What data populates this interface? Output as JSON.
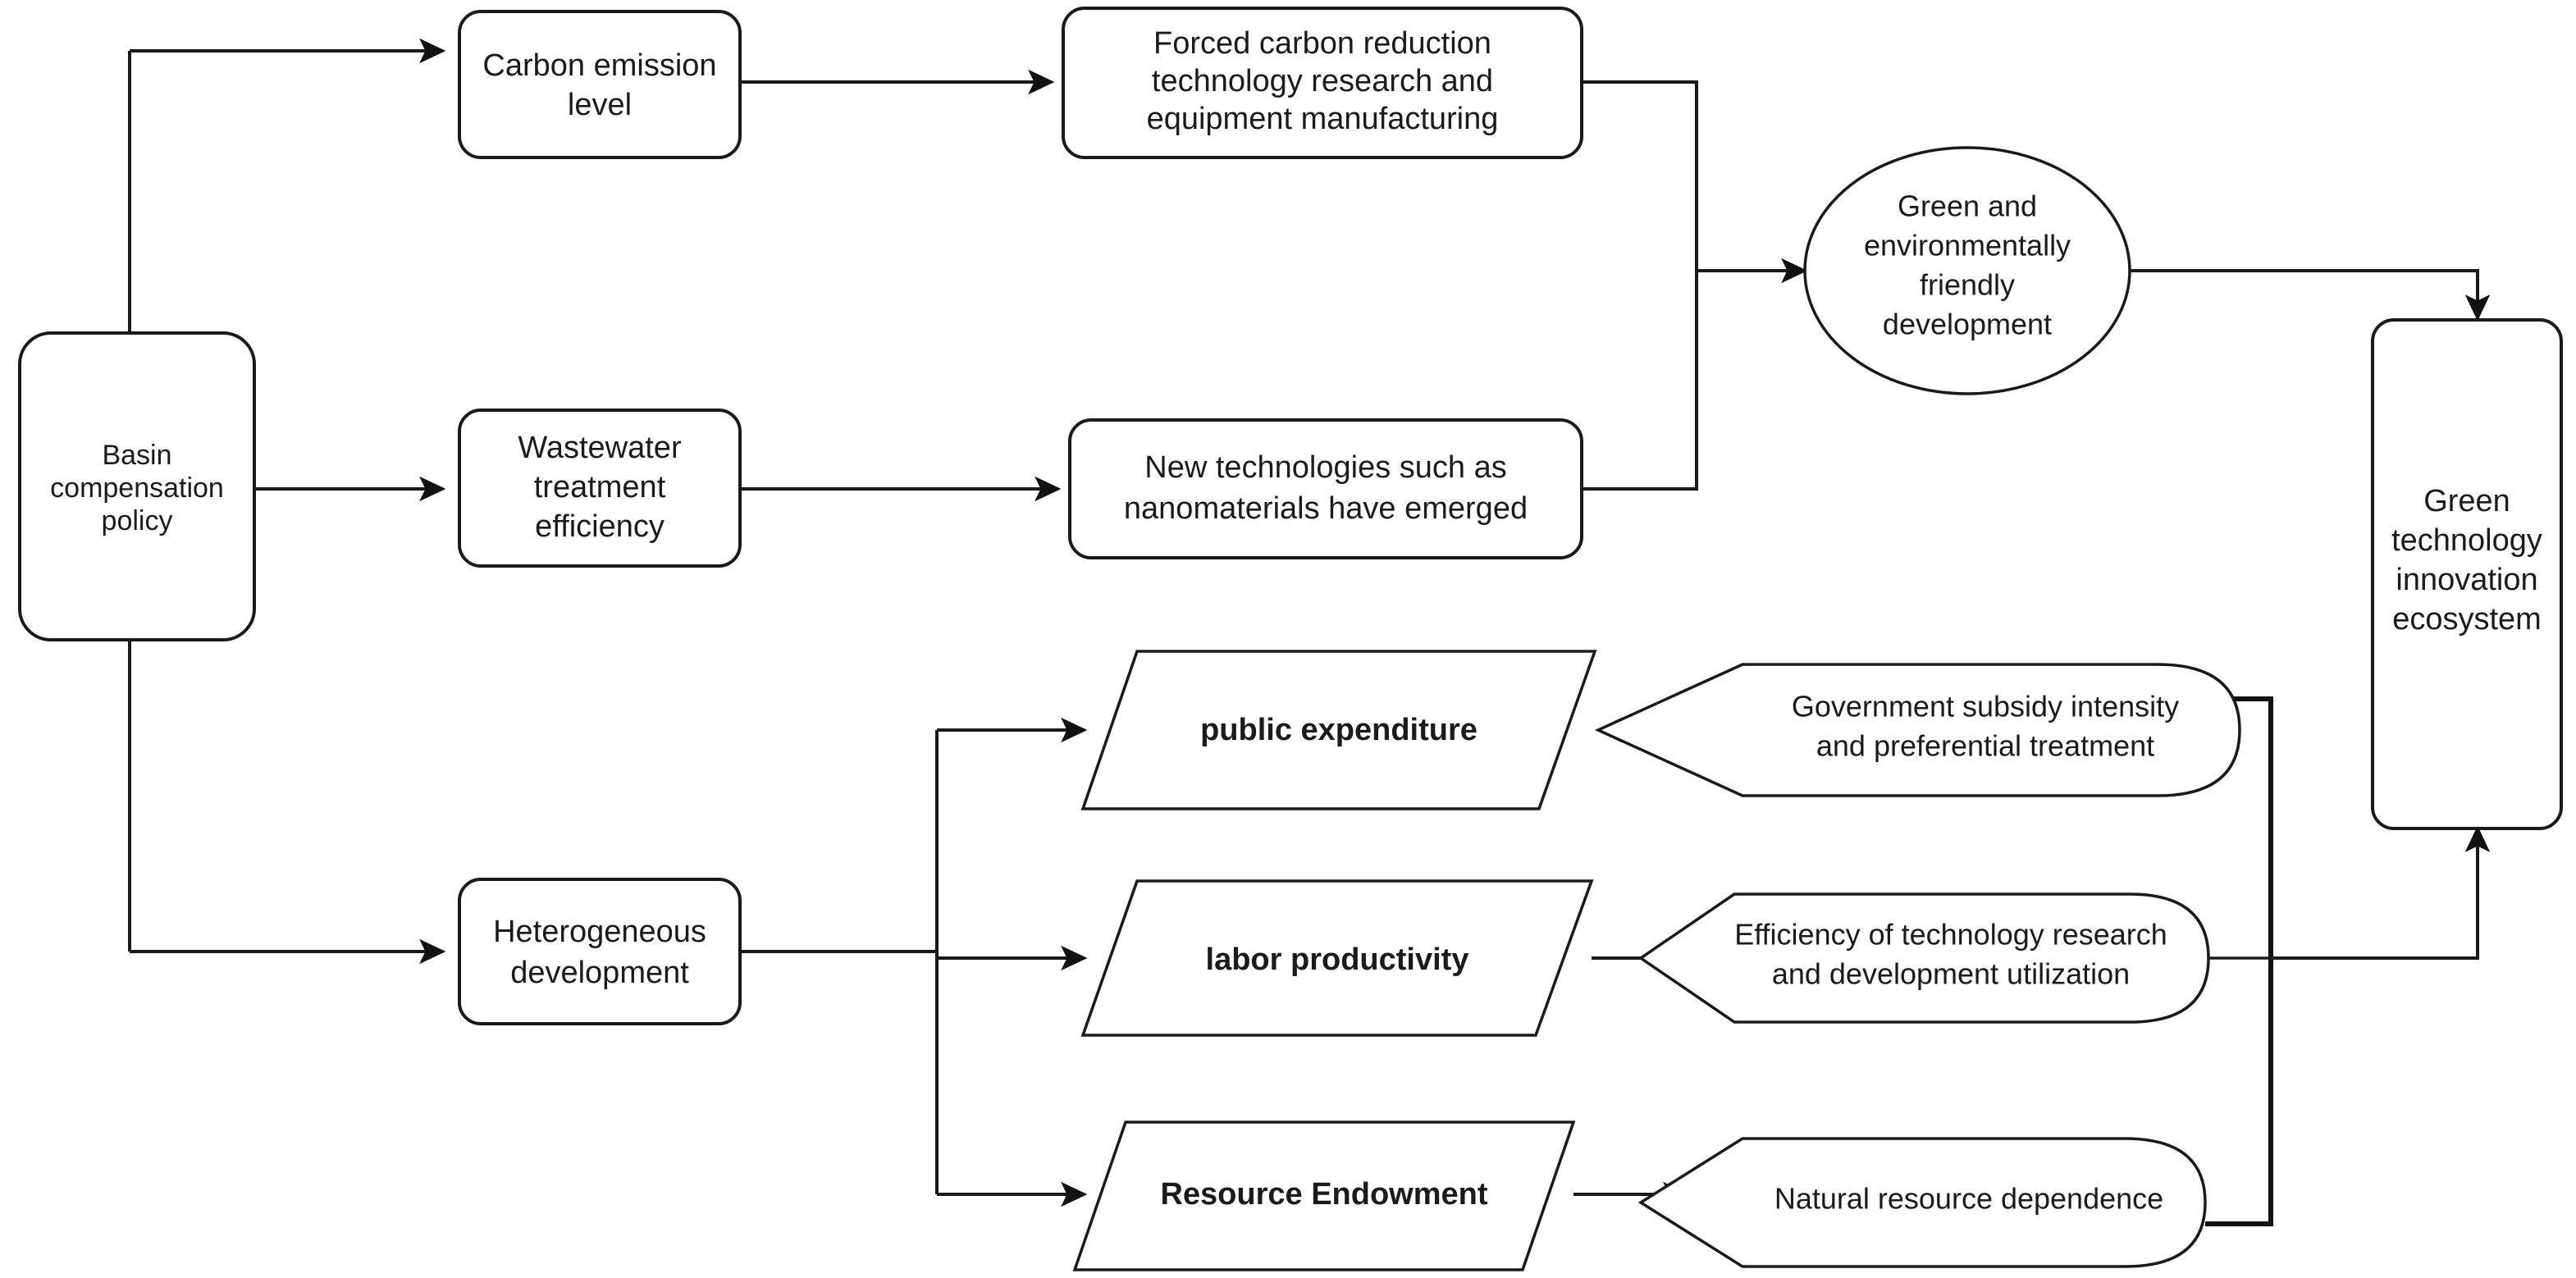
{
  "diagram": {
    "title": "Basin compensation policy green technology innovation ecosystem flowchart",
    "background": "#ffffff",
    "line_color": "#1a1a1a",
    "text_color": "#1b1b1b"
  },
  "nodes": {
    "basin_policy": {
      "label_lines": [
        "Basin",
        "compensation",
        "policy"
      ],
      "shape": "rounded-rect"
    },
    "carbon_emission": {
      "label_lines": [
        "Carbon emission",
        "level"
      ],
      "shape": "rounded-rect"
    },
    "wastewater": {
      "label_lines": [
        "Wastewater",
        "treatment",
        "efficiency"
      ],
      "shape": "rounded-rect"
    },
    "heterogeneous": {
      "label_lines": [
        "Heterogeneous",
        "development"
      ],
      "shape": "rounded-rect"
    },
    "forced_carbon": {
      "label_lines": [
        "Forced carbon reduction",
        "technology research and",
        "equipment manufacturing"
      ],
      "shape": "rounded-rect"
    },
    "nanomaterials": {
      "label_lines": [
        "New technologies such as",
        "nanomaterials have emerged"
      ],
      "shape": "rounded-rect"
    },
    "green_dev": {
      "label_lines": [
        "Green and",
        "environmentally",
        "friendly",
        "development"
      ],
      "shape": "ellipse"
    },
    "ecosystem": {
      "label_lines": [
        "Green",
        "technology",
        "innovation",
        "ecosystem"
      ],
      "shape": "rounded-rect"
    },
    "public_expenditure": {
      "label_lines": [
        "public expenditure"
      ],
      "shape": "parallelogram",
      "bold": true
    },
    "labor_productivity": {
      "label_lines": [
        "labor productivity"
      ],
      "shape": "parallelogram",
      "bold": true
    },
    "resource_endowment": {
      "label_lines": [
        "Resource Endowment"
      ],
      "shape": "parallelogram",
      "bold": true
    },
    "gov_subsidy": {
      "label_lines": [
        "Government subsidy intensity",
        "and preferential treatment"
      ],
      "shape": "delay-flag"
    },
    "rnd_efficiency": {
      "label_lines": [
        "Efficiency of technology research",
        "and development utilization"
      ],
      "shape": "delay-flag"
    },
    "natural_resource": {
      "label_lines": [
        "Natural resource dependence"
      ],
      "shape": "delay-flag"
    }
  },
  "edges": [
    {
      "from": "basin_policy",
      "to": "carbon_emission"
    },
    {
      "from": "basin_policy",
      "to": "wastewater"
    },
    {
      "from": "basin_policy",
      "to": "heterogeneous"
    },
    {
      "from": "carbon_emission",
      "to": "forced_carbon"
    },
    {
      "from": "wastewater",
      "to": "nanomaterials"
    },
    {
      "from": "forced_carbon",
      "to": "green_dev"
    },
    {
      "from": "nanomaterials",
      "to": "green_dev"
    },
    {
      "from": "green_dev",
      "to": "ecosystem"
    },
    {
      "from": "heterogeneous",
      "to": "public_expenditure"
    },
    {
      "from": "heterogeneous",
      "to": "labor_productivity"
    },
    {
      "from": "heterogeneous",
      "to": "resource_endowment"
    },
    {
      "from": "gov_subsidy",
      "to": "public_expenditure"
    },
    {
      "from": "labor_productivity",
      "to": "rnd_efficiency"
    },
    {
      "from": "resource_endowment",
      "to": "natural_resource"
    },
    {
      "from": "rnd_efficiency",
      "to": "ecosystem"
    }
  ]
}
